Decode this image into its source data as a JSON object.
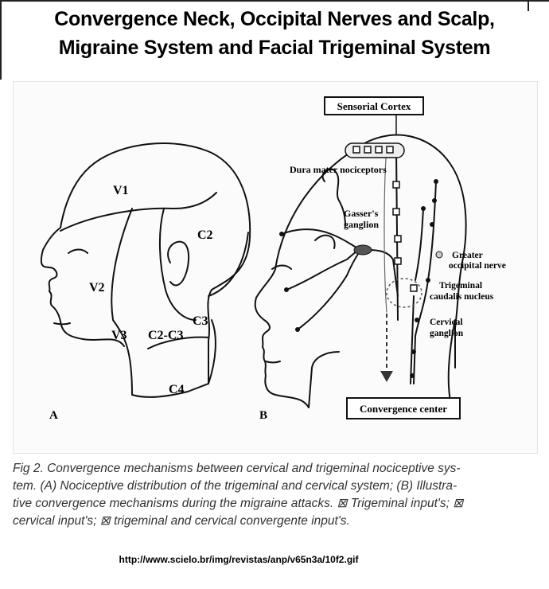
{
  "title": {
    "line1": "Convergence Neck, Occipital Nerves and Scalp,",
    "line2": "Migraine System and Facial Trigeminal System"
  },
  "panel_a": {
    "label": "A",
    "regions": {
      "v1": "V1",
      "v2": "V2",
      "v3": "V3",
      "c2": "C2",
      "c2c3": "C2-C3",
      "c3": "C3",
      "c4": "C4"
    }
  },
  "panel_b": {
    "label": "B",
    "boxes": {
      "sensorial_cortex": "Sensorial Cortex",
      "convergence_center": "Convergence center"
    },
    "labels": {
      "dura": "Dura mater nociceptors",
      "gasser1": "Gasser's",
      "gasser2": "ganglion",
      "greater1": "Greater",
      "greater2": "occipital nerve",
      "trig1": "Trigeminal",
      "trig2": "caudalis nucleus",
      "cerv1": "Cervical",
      "cerv2": "ganglion"
    }
  },
  "caption": {
    "line1": "Fig 2. Convergence mechanisms between cervical and trigeminal nociceptive sys-",
    "line2": "tem. (A) Nociceptive distribution of the trigeminal and cervical system; (B) Illustra-",
    "line3": "tive convergence mechanisms during the migraine attacks. ⊠ Trigeminal input's; ⊠",
    "line4": "cervical input's; ⊠ trigeminal and cervical convergente input's."
  },
  "source_url": "http://www.scielo.br/img/revistas/anp/v65n3a/10f2.gif",
  "colors": {
    "line": "#111111",
    "box_fill": "#ffffff",
    "ganglion": "#555555",
    "caption_text": "#333333"
  }
}
